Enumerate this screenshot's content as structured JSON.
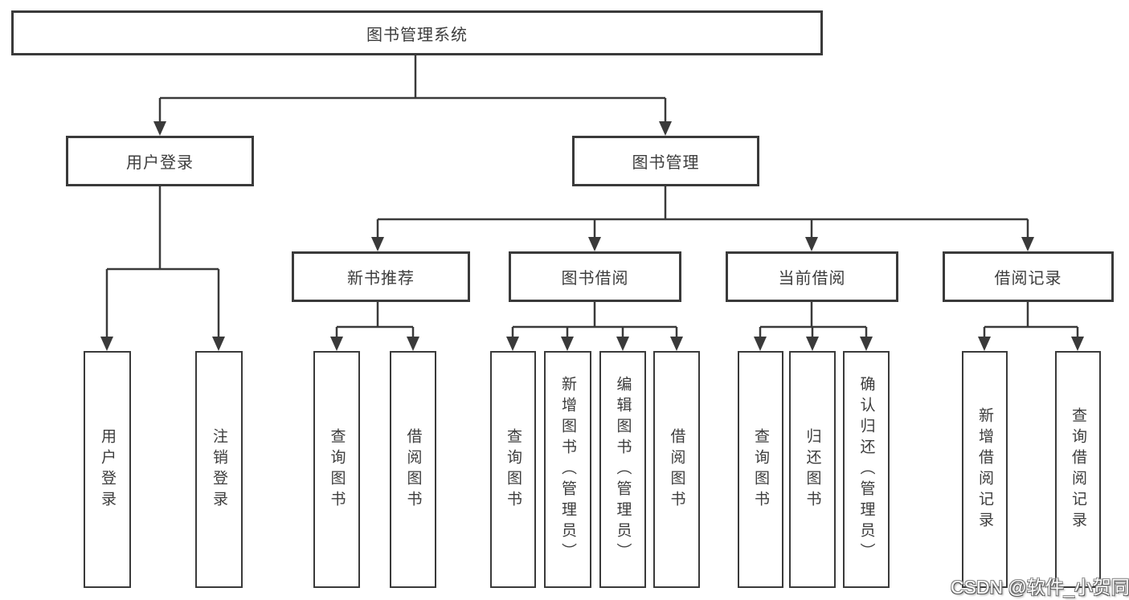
{
  "title": "图书管理系统",
  "branches": {
    "user_login": {
      "label": "用户登录",
      "leaves": [
        "用户登录",
        "注销登录"
      ]
    },
    "book_mgmt": {
      "label": "图书管理"
    }
  },
  "modules": [
    {
      "label": "新书推荐",
      "leaves": [
        "查询图书",
        "借阅图书"
      ]
    },
    {
      "label": "图书借阅",
      "leaves": [
        "查询图书",
        "新增图书（管理员）",
        "编辑图书（管理员）",
        "借阅图书"
      ]
    },
    {
      "label": "当前借阅",
      "leaves": [
        "查询图书",
        "归还图书",
        "确认归还（管理员）"
      ]
    },
    {
      "label": "借阅记录",
      "leaves": [
        "新增借阅记录",
        "查询借阅记录"
      ]
    }
  ],
  "watermark": "CSDN @软件_小贺同学",
  "colors": {
    "line": "#3a3a3a",
    "box_border": "#3a3a3a",
    "box_fill": "#ffffff",
    "text": "#3d3d3d",
    "watermark_text": "#ffffff",
    "background": "#ffffff"
  }
}
